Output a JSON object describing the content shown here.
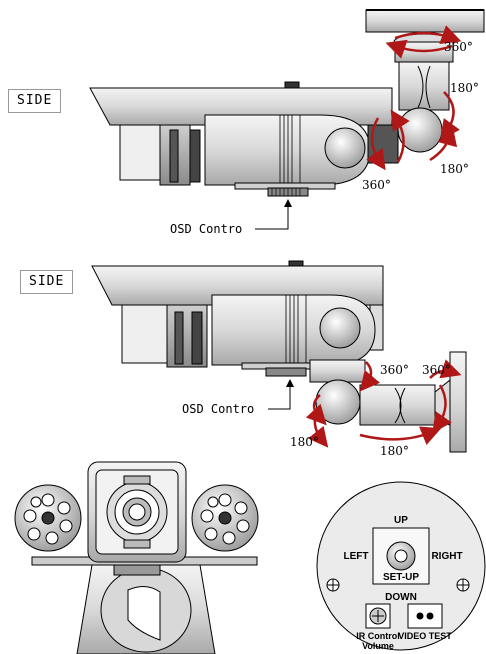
{
  "diagram1": {
    "side_label": "SIDE",
    "osd_label": "OSD Contro",
    "rotations": {
      "top_pan": "360°",
      "tilt": "180°",
      "base_tilt": "180°",
      "base_pan": "360°"
    }
  },
  "diagram2": {
    "side_label": "SIDE",
    "osd_label": "OSD Contro",
    "rotations": {
      "pan_left": "360°",
      "pan_right": "360°",
      "tilt_left": "180°",
      "tilt_bottom": "180°"
    }
  },
  "control_panel": {
    "up": "UP",
    "down": "DOWN",
    "left": "LEFT",
    "right": "RIGHT",
    "setup": "SET-UP",
    "ir_control": "IR Control",
    "volume": "Volume",
    "video_test": "VIDEO TEST"
  },
  "colors": {
    "line": "#000000",
    "body": "#e6e6e6",
    "shade": "#b5b5b5",
    "arrow": "#b01818"
  }
}
